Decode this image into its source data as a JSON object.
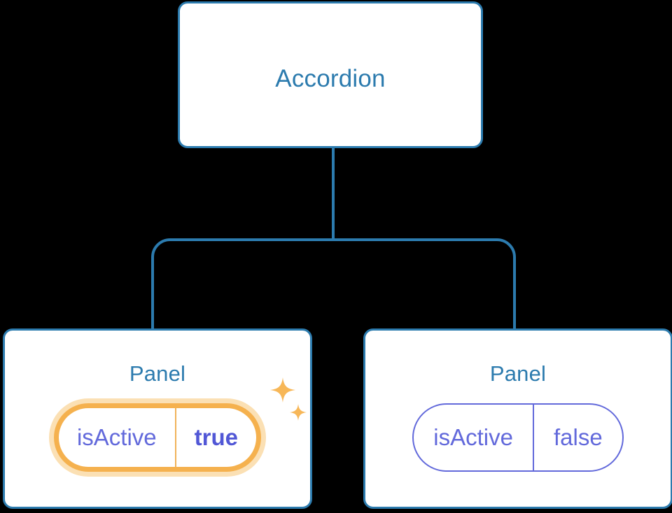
{
  "diagram": {
    "type": "component-tree",
    "background_color": "#000000",
    "node_border_color": "#2c7bae",
    "node_fill_color": "#ffffff",
    "node_title_color": "#2c7bae",
    "connector_color": "#2c7bae",
    "prop_text_color": "#6269db",
    "prop_border_color": "#6269db",
    "highlight_border_color": "#f5b14e",
    "highlight_glow_color": "#fbe0b4",
    "highlight_value_color": "#5157d6",
    "sparkle_color": "#f7b758"
  },
  "root": {
    "title": "Accordion"
  },
  "children": [
    {
      "title": "Panel",
      "highlighted": true,
      "prop": {
        "name": "isActive",
        "value": "true"
      },
      "sparkle_icons": [
        "sparkle-large-icon",
        "sparkle-small-icon"
      ]
    },
    {
      "title": "Panel",
      "highlighted": false,
      "prop": {
        "name": "isActive",
        "value": "false"
      }
    }
  ]
}
